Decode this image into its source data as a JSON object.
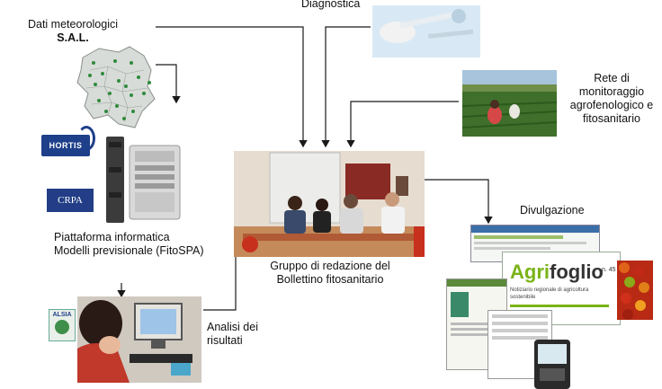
{
  "labels": {
    "dati_title": "Dati meteorologici",
    "dati_sub": "S.A.L.",
    "diagnostica": "Diagnostica",
    "rete": "Rete di monitoraggio agrofenologico e fitosanitario",
    "piattaforma": "Piattaforma informatica Modelli previsionale (FitoSPA)",
    "gruppo": "Gruppo di redazione del Bollettino fitosanitario",
    "analisi": "Analisi dei risultati",
    "divulgazione": "Divulgazione"
  },
  "logos": {
    "hortis": "HORTIS",
    "crpa": "CRPA",
    "alsia": "ALSIA"
  },
  "newsletter": {
    "brand_agri": "Agri",
    "brand_foglio": "foglio",
    "issue": "n. 45",
    "subtitle": "Notiziario regionale di agricoltura sostenibile"
  },
  "colors": {
    "arrow": "#1a1a1a",
    "map_fill": "#d8dcd8",
    "map_dots": "#2e8b3c",
    "agrifoglio_green": "#7ab317"
  }
}
